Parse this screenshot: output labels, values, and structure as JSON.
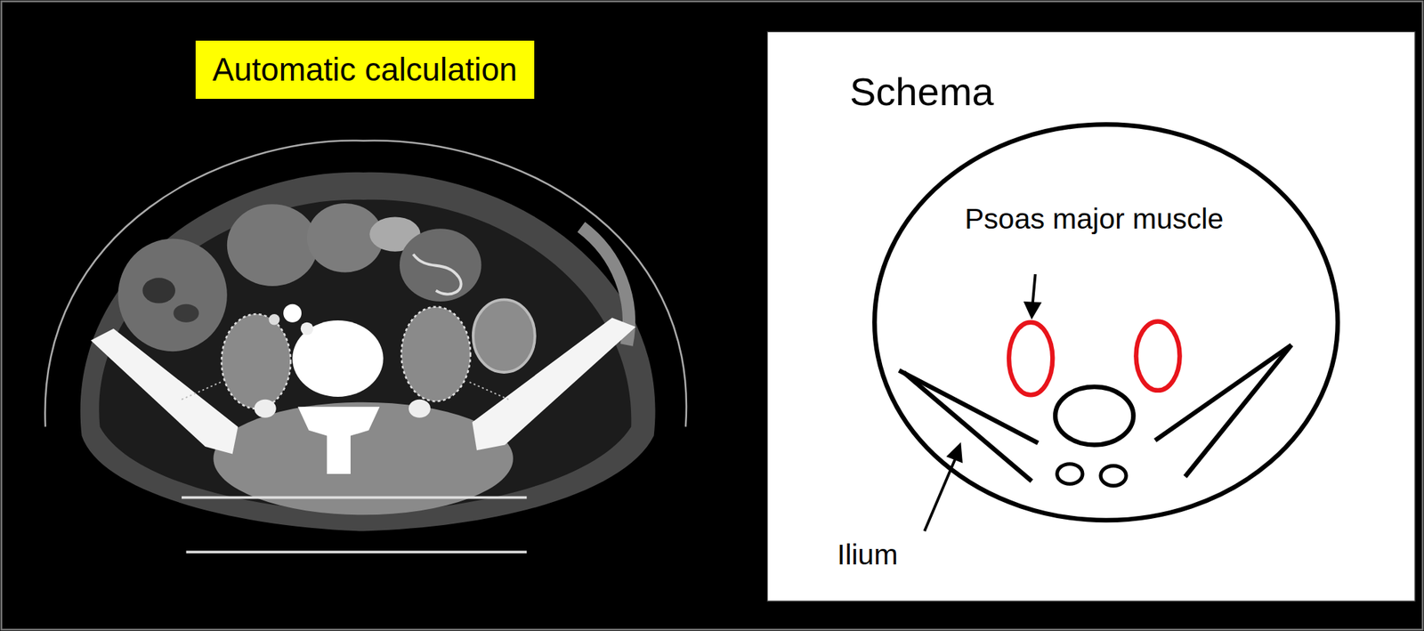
{
  "diagram": {
    "nodes": [
      {
        "text": [
          "Automatic calculation"
        ]
      }
    ],
    "labels": [
      "Schema",
      "Psoas major muscle",
      "Ilium"
    ]
  }
}
